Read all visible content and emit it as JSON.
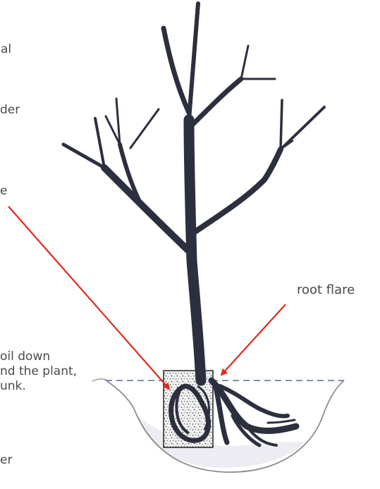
{
  "labels": {
    "fragment_1": "al",
    "fragment_2": "der",
    "fragment_3": "e",
    "root_flare": "root flare",
    "soil_line_1": "oil down",
    "soil_line_2": "nd the plant,",
    "soil_line_3": "unk.",
    "fragment_4": "er"
  },
  "colors": {
    "tree": "#2c2f3d",
    "arrow": "#e02a1e",
    "text": "#4a4a4a",
    "ground_line": "#8c8c8c",
    "grade_line": "#6f7fa6",
    "backfill": "#ececf2"
  }
}
